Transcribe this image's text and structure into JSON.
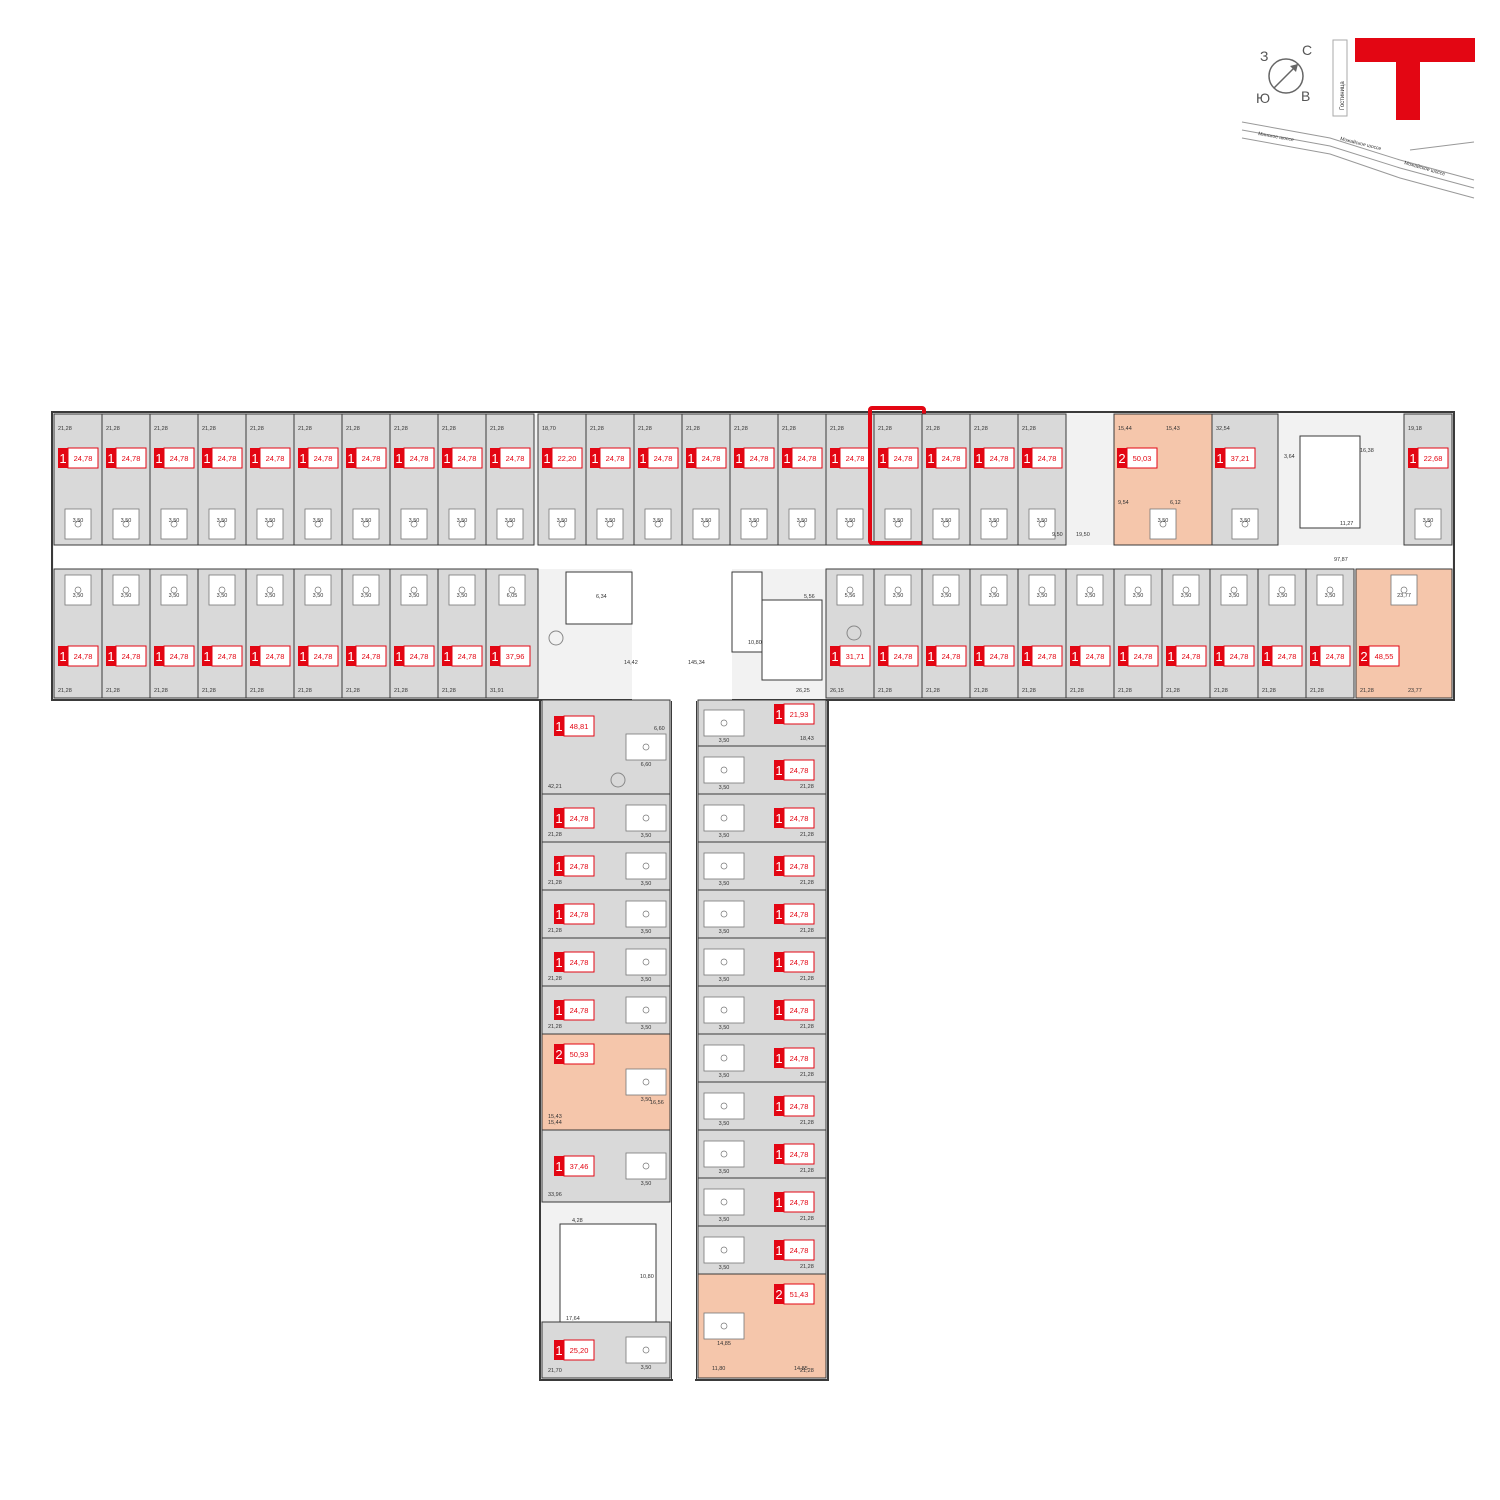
{
  "colors": {
    "accent": "#e30613",
    "room_fill": "#d9d9d9",
    "two_room_fill": "#f5c6ab",
    "wall": "#3a3a3a",
    "corridor": "#ffffff"
  },
  "compass": {
    "north": "С",
    "south": "Ю",
    "west": "З",
    "east": "В"
  },
  "map_labels": {
    "street_vertical": "Гостиница",
    "road_a": "Минское шоссе",
    "road_b": "Можайское шоссе",
    "road_c": "Можайское шоссе"
  },
  "selected_unit": "top-18",
  "units": [
    {
      "id": "top-1",
      "rooms": "1",
      "area": "24,78",
      "dims": [
        "21,28",
        "3,50"
      ]
    },
    {
      "id": "top-2",
      "rooms": "1",
      "area": "24,78",
      "dims": [
        "21,28",
        "3,50"
      ]
    },
    {
      "id": "top-3",
      "rooms": "1",
      "area": "24,78",
      "dims": [
        "21,28",
        "3,50"
      ]
    },
    {
      "id": "top-4",
      "rooms": "1",
      "area": "24,78",
      "dims": [
        "21,28",
        "3,50"
      ]
    },
    {
      "id": "top-5",
      "rooms": "1",
      "area": "24,78",
      "dims": [
        "21,28",
        "3,50"
      ]
    },
    {
      "id": "top-6",
      "rooms": "1",
      "area": "24,78",
      "dims": [
        "21,28",
        "3,50"
      ]
    },
    {
      "id": "top-7",
      "rooms": "1",
      "area": "24,78",
      "dims": [
        "21,28",
        "3,50"
      ]
    },
    {
      "id": "top-8",
      "rooms": "1",
      "area": "24,78",
      "dims": [
        "21,28",
        "3,50"
      ]
    },
    {
      "id": "top-9",
      "rooms": "1",
      "area": "24,78",
      "dims": [
        "21,28",
        "3,50"
      ]
    },
    {
      "id": "top-10",
      "rooms": "1",
      "area": "24,78",
      "dims": [
        "21,28",
        "3,50"
      ]
    },
    {
      "id": "top-11",
      "rooms": "1",
      "area": "22,20",
      "dims": [
        "18,70",
        "3,50"
      ]
    },
    {
      "id": "top-12",
      "rooms": "1",
      "area": "24,78",
      "dims": [
        "21,28",
        "3,50"
      ]
    },
    {
      "id": "top-13",
      "rooms": "1",
      "area": "24,78",
      "dims": [
        "21,28",
        "3,50"
      ]
    },
    {
      "id": "top-14",
      "rooms": "1",
      "area": "24,78",
      "dims": [
        "21,28",
        "3,50"
      ]
    },
    {
      "id": "top-15",
      "rooms": "1",
      "area": "24,78",
      "dims": [
        "21,28",
        "3,50"
      ]
    },
    {
      "id": "top-16",
      "rooms": "1",
      "area": "24,78",
      "dims": [
        "21,28",
        "3,50"
      ]
    },
    {
      "id": "top-17",
      "rooms": "1",
      "area": "24,78",
      "dims": [
        "21,28",
        "3,50"
      ]
    },
    {
      "id": "top-18",
      "rooms": "1",
      "area": "24,78",
      "dims": [
        "21,28",
        "3,50"
      ]
    },
    {
      "id": "top-19",
      "rooms": "1",
      "area": "24,78",
      "dims": [
        "21,28",
        "3,50"
      ]
    },
    {
      "id": "top-20",
      "rooms": "1",
      "area": "24,78",
      "dims": [
        "21,28",
        "3,50"
      ]
    },
    {
      "id": "top-21",
      "rooms": "1",
      "area": "24,78",
      "dims": [
        "21,28",
        "3,50"
      ]
    },
    {
      "id": "top-22",
      "rooms": "2",
      "area": "50,03",
      "dims": [
        "15,44",
        "15,43",
        "9,54",
        "6,12",
        "3,50"
      ]
    },
    {
      "id": "top-23",
      "rooms": "1",
      "area": "37,21",
      "dims": [
        "32,54",
        "3,50"
      ]
    },
    {
      "id": "top-24",
      "rooms": "1",
      "area": "22,68",
      "dims": [
        "19,18",
        "3,50"
      ]
    },
    {
      "id": "mid-1",
      "rooms": "1",
      "area": "24,78",
      "dims": [
        "21,28",
        "3,50"
      ]
    },
    {
      "id": "mid-2",
      "rooms": "1",
      "area": "24,78",
      "dims": [
        "21,28",
        "3,50"
      ]
    },
    {
      "id": "mid-3",
      "rooms": "1",
      "area": "24,78",
      "dims": [
        "21,28",
        "3,50"
      ]
    },
    {
      "id": "mid-4",
      "rooms": "1",
      "area": "24,78",
      "dims": [
        "21,28",
        "3,50"
      ]
    },
    {
      "id": "mid-5",
      "rooms": "1",
      "area": "24,78",
      "dims": [
        "21,28",
        "3,50"
      ]
    },
    {
      "id": "mid-6",
      "rooms": "1",
      "area": "24,78",
      "dims": [
        "21,28",
        "3,50"
      ]
    },
    {
      "id": "mid-7",
      "rooms": "1",
      "area": "24,78",
      "dims": [
        "21,28",
        "3,50"
      ]
    },
    {
      "id": "mid-8",
      "rooms": "1",
      "area": "24,78",
      "dims": [
        "21,28",
        "3,50"
      ]
    },
    {
      "id": "mid-9",
      "rooms": "1",
      "area": "24,78",
      "dims": [
        "21,28",
        "3,50"
      ]
    },
    {
      "id": "mid-10",
      "rooms": "1",
      "area": "37,96",
      "dims": [
        "31,91",
        "6,05"
      ]
    },
    {
      "id": "mid-11",
      "rooms": "1",
      "area": "31,71",
      "dims": [
        "26,15",
        "5,56"
      ]
    },
    {
      "id": "mid-12",
      "rooms": "1",
      "area": "24,78",
      "dims": [
        "21,28",
        "3,50"
      ]
    },
    {
      "id": "mid-13",
      "rooms": "1",
      "area": "24,78",
      "dims": [
        "21,28",
        "3,50"
      ]
    },
    {
      "id": "mid-14",
      "rooms": "1",
      "area": "24,78",
      "dims": [
        "21,28",
        "3,50"
      ]
    },
    {
      "id": "mid-15",
      "rooms": "1",
      "area": "24,78",
      "dims": [
        "21,28",
        "3,50"
      ]
    },
    {
      "id": "mid-16",
      "rooms": "1",
      "area": "24,78",
      "dims": [
        "21,28",
        "3,50"
      ]
    },
    {
      "id": "mid-17",
      "rooms": "1",
      "area": "24,78",
      "dims": [
        "21,28",
        "3,50"
      ]
    },
    {
      "id": "mid-18",
      "rooms": "1",
      "area": "24,78",
      "dims": [
        "21,28",
        "3,50"
      ]
    },
    {
      "id": "mid-19",
      "rooms": "1",
      "area": "24,78",
      "dims": [
        "21,28",
        "3,50"
      ]
    },
    {
      "id": "mid-20",
      "rooms": "1",
      "area": "24,78",
      "dims": [
        "21,28",
        "3,50"
      ]
    },
    {
      "id": "mid-21",
      "rooms": "1",
      "area": "24,78",
      "dims": [
        "21,28",
        "3,50"
      ]
    },
    {
      "id": "mid-22",
      "rooms": "2",
      "area": "48,55",
      "dims": [
        "21,28",
        "23,77"
      ]
    },
    {
      "id": "left-1",
      "rooms": "1",
      "area": "48,81",
      "dims": [
        "42,21",
        "6,60"
      ]
    },
    {
      "id": "left-2",
      "rooms": "1",
      "area": "24,78",
      "dims": [
        "21,28",
        "3,50"
      ]
    },
    {
      "id": "left-3",
      "rooms": "1",
      "area": "24,78",
      "dims": [
        "21,28",
        "3,50"
      ]
    },
    {
      "id": "left-4",
      "rooms": "1",
      "area": "24,78",
      "dims": [
        "21,28",
        "3,50"
      ]
    },
    {
      "id": "left-5",
      "rooms": "1",
      "area": "24,78",
      "dims": [
        "21,28",
        "3,50"
      ]
    },
    {
      "id": "left-6",
      "rooms": "1",
      "area": "24,78",
      "dims": [
        "21,28",
        "3,50"
      ]
    },
    {
      "id": "left-7",
      "rooms": "2",
      "area": "50,93",
      "dims": [
        "15,44",
        "15,43",
        "16,56",
        "3,50"
      ]
    },
    {
      "id": "left-8",
      "rooms": "1",
      "area": "37,46",
      "dims": [
        "33,96",
        "3,50"
      ]
    },
    {
      "id": "left-9",
      "rooms": "1",
      "area": "25,20",
      "dims": [
        "21,70",
        "3,50"
      ]
    },
    {
      "id": "right-1",
      "rooms": "1",
      "area": "21,93",
      "dims": [
        "18,43",
        "3,50"
      ]
    },
    {
      "id": "right-2",
      "rooms": "1",
      "area": "24,78",
      "dims": [
        "21,28",
        "3,50"
      ]
    },
    {
      "id": "right-3",
      "rooms": "1",
      "area": "24,78",
      "dims": [
        "21,28",
        "3,50"
      ]
    },
    {
      "id": "right-4",
      "rooms": "1",
      "area": "24,78",
      "dims": [
        "21,28",
        "3,50"
      ]
    },
    {
      "id": "right-5",
      "rooms": "1",
      "area": "24,78",
      "dims": [
        "21,28",
        "3,50"
      ]
    },
    {
      "id": "right-6",
      "rooms": "1",
      "area": "24,78",
      "dims": [
        "21,28",
        "3,50"
      ]
    },
    {
      "id": "right-7",
      "rooms": "1",
      "area": "24,78",
      "dims": [
        "21,28",
        "3,50"
      ]
    },
    {
      "id": "right-8",
      "rooms": "1",
      "area": "24,78",
      "dims": [
        "21,28",
        "3,50"
      ]
    },
    {
      "id": "right-9",
      "rooms": "1",
      "area": "24,78",
      "dims": [
        "21,28",
        "3,50"
      ]
    },
    {
      "id": "right-10",
      "rooms": "1",
      "area": "24,78",
      "dims": [
        "21,28",
        "3,50"
      ]
    },
    {
      "id": "right-11",
      "rooms": "1",
      "area": "24,78",
      "dims": [
        "21,28",
        "3,50"
      ]
    },
    {
      "id": "right-12",
      "rooms": "1",
      "area": "24,78",
      "dims": [
        "21,28",
        "3,50"
      ]
    },
    {
      "id": "right-13",
      "rooms": "2",
      "area": "51,43",
      "dims": [
        "21,28",
        "11,80",
        "14,85"
      ]
    }
  ],
  "service_labels": [
    "6,34",
    "14,42",
    "145,34",
    "10,80",
    "3,64",
    "16,38",
    "11,27",
    "97,87",
    "5,56",
    "6,60",
    "4,28",
    "10,80",
    "17,64",
    "9,50",
    "19,50",
    "26,25"
  ]
}
